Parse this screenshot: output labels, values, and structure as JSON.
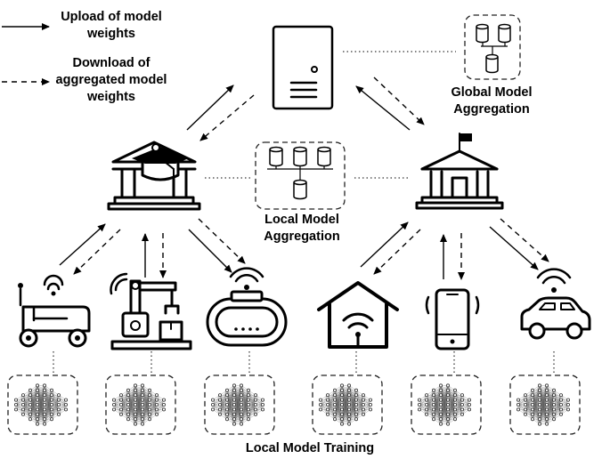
{
  "legend": {
    "upload": "Upload of model weights",
    "download": "Download of aggregated model weights"
  },
  "labels": {
    "global": "Global Model Aggregation",
    "local": "Local Model Aggregation",
    "training": "Local Model Training"
  },
  "icons": {
    "server": "server-icon",
    "university": "university-icon",
    "government": "government-building-icon",
    "devices": [
      "robot-icon",
      "robotic-arm-icon",
      "smart-device-icon",
      "smart-home-icon",
      "smartphone-icon",
      "connected-car-icon"
    ]
  },
  "colors": {
    "stroke": "#000000",
    "background": "#ffffff"
  }
}
